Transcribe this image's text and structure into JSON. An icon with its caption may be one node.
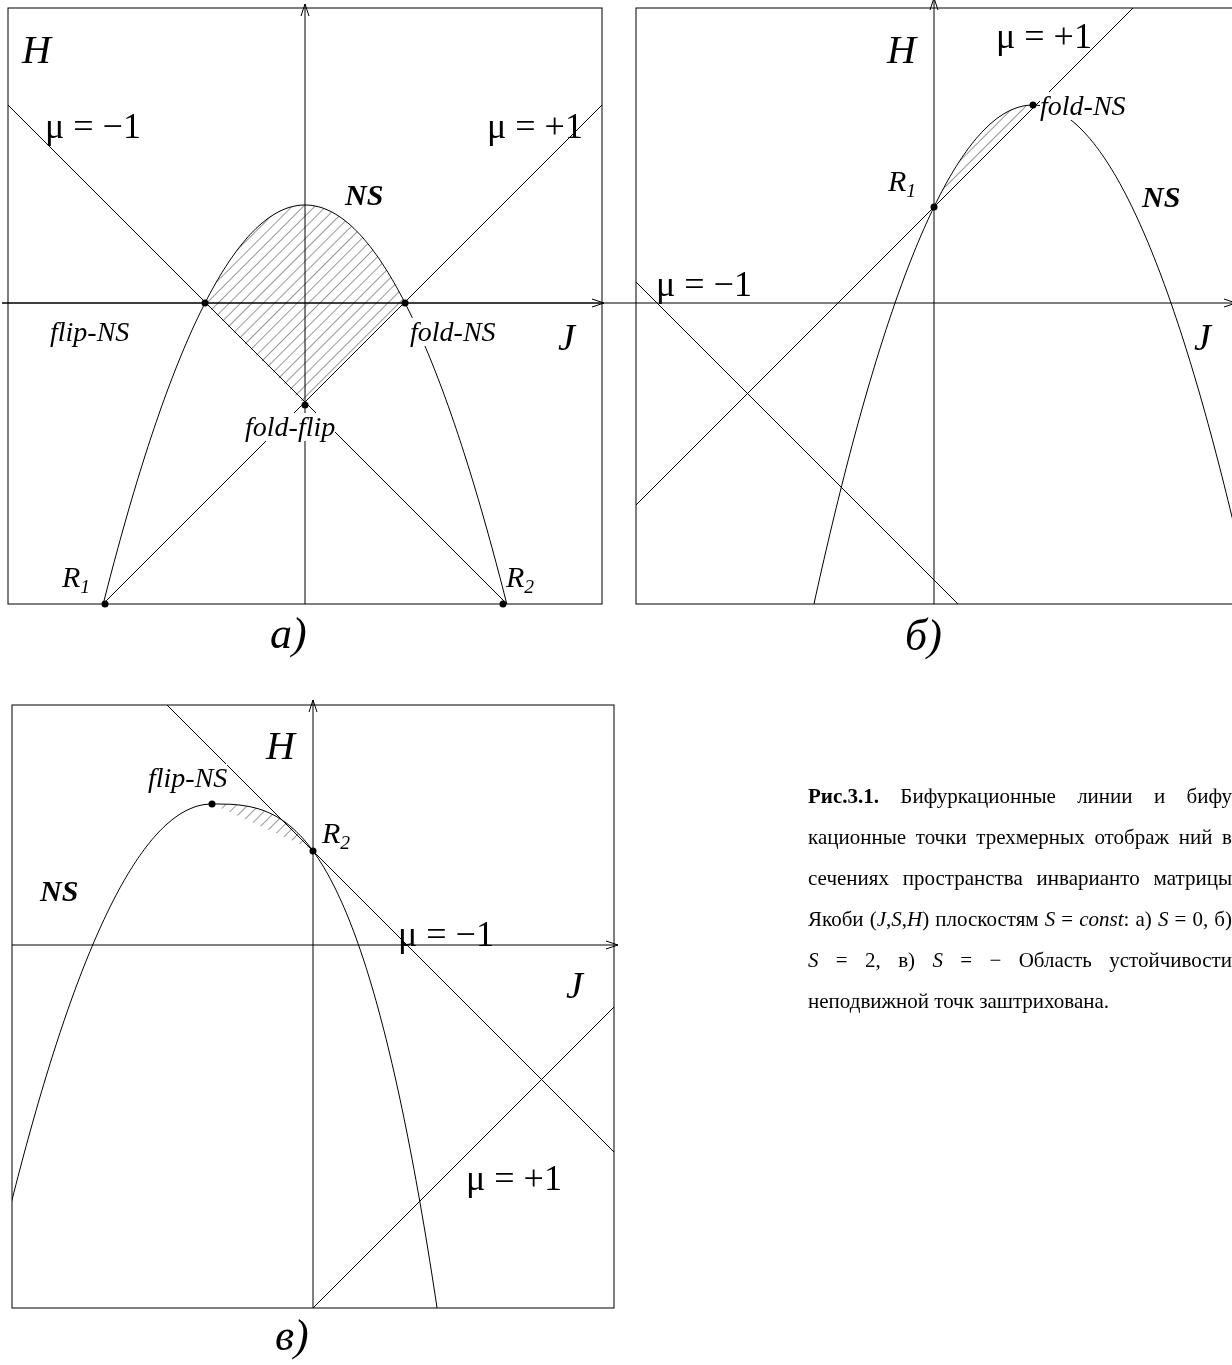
{
  "diagram": {
    "caption": "**Рис.3.1.** Бифуркационные линии и бифу кационные точки трехмерных отображ ний в сечениях пространства инварианто матрицы Якоби (*J*,*S*,*H*) плоскостям *S* = *const*: а) *S* = 0, б) *S* = 2, в) *S* = − Область устойчивости неподвижной точк заштрихована.",
    "labels": [
      "H",
      "μ = −1",
      "μ = +1",
      "NS",
      "flip-NS",
      "fold-NS",
      "J",
      "fold-flip",
      "R$_{1}$",
      "R$_{2}$",
      "а)",
      "H",
      "μ = +1",
      "fold-NS",
      "R$_{1}$",
      "NS",
      "μ = −1",
      "J",
      "б)",
      "H",
      "flip-NS",
      "R$_{2}$",
      "NS",
      "μ = −1",
      "J",
      "μ = +1",
      "в)"
    ]
  }
}
